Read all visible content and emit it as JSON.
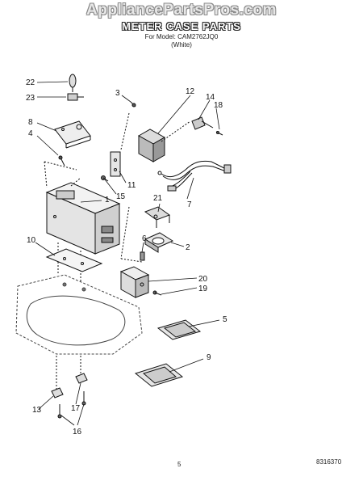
{
  "header": {
    "watermark": "AppliancePartsPros.com",
    "title": "METER CASE PARTS",
    "model": "For Model: CAM2762JQ0",
    "color": "(White)"
  },
  "callouts": {
    "c1": "1",
    "c2": "2",
    "c3": "3",
    "c4": "4",
    "c5": "5",
    "c6": "6",
    "c7": "7",
    "c8": "8",
    "c9": "9",
    "c10": "10",
    "c11": "11",
    "c12": "12",
    "c13": "13",
    "c14": "14",
    "c15": "15",
    "c16": "16",
    "c17": "17",
    "c18": "18",
    "c19": "19",
    "c20": "20",
    "c21": "21",
    "c22": "22",
    "c23": "23"
  },
  "footer": {
    "page": "5",
    "doc_code": "8316370"
  }
}
